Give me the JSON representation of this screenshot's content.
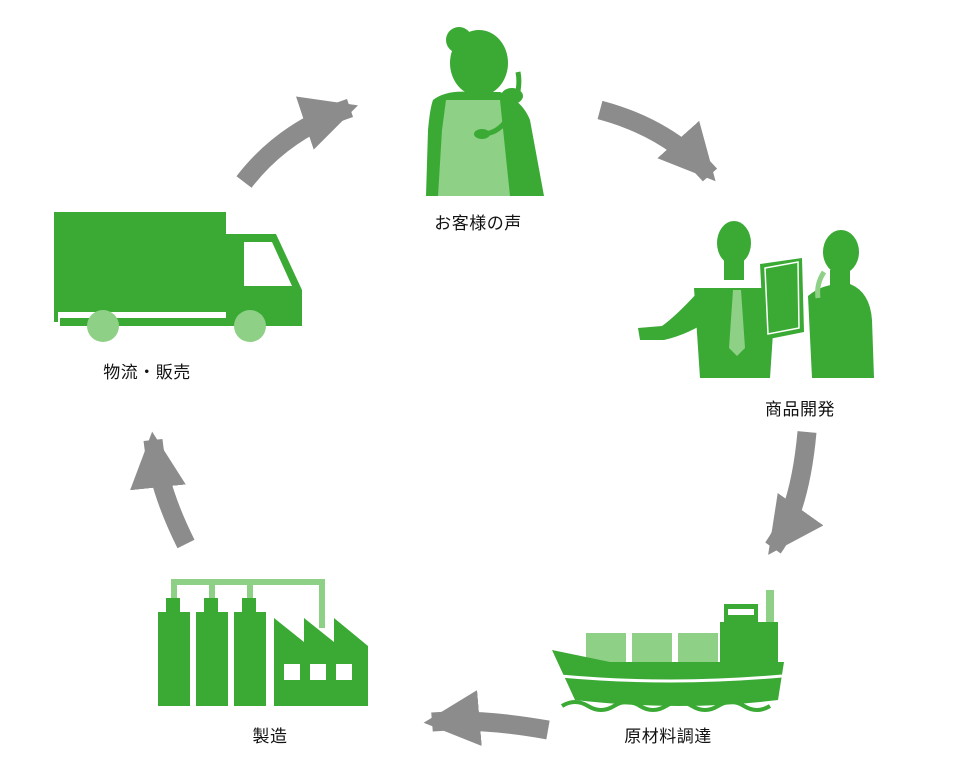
{
  "cycle": {
    "nodes": [
      {
        "id": "customer_voice",
        "label": "お客様の声",
        "icon": "customer-with-headset-icon"
      },
      {
        "id": "product_dev",
        "label": "商品開発",
        "icon": "business-people-icon"
      },
      {
        "id": "sourcing",
        "label": "原材料調達",
        "icon": "cargo-ship-icon"
      },
      {
        "id": "manufacturing",
        "label": "製造",
        "icon": "factory-icon"
      },
      {
        "id": "logistics",
        "label": "物流・販売",
        "icon": "delivery-truck-icon"
      }
    ],
    "direction": "clockwise"
  },
  "colors": {
    "primary_green": "#3aaa35",
    "light_green": "#8ed085",
    "arrow_gray": "#8c8c8c",
    "label_text": "#111111",
    "background": "#ffffff"
  }
}
